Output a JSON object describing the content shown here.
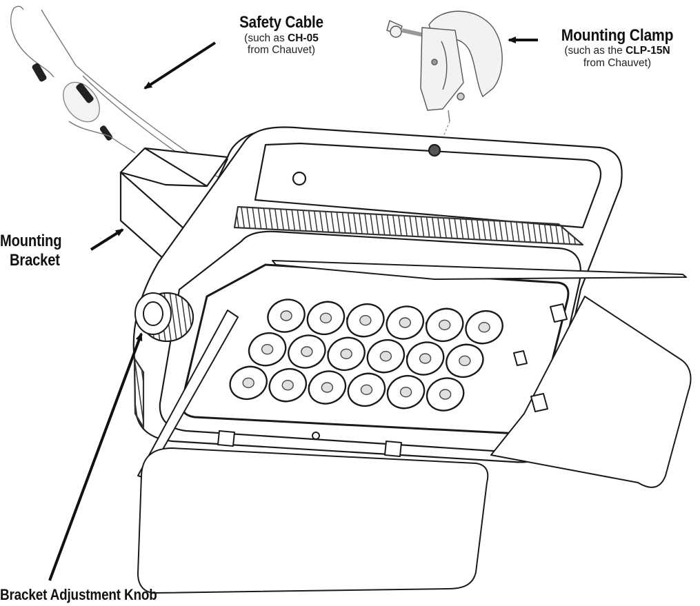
{
  "labels": {
    "safety_cable": {
      "title": "Safety Cable",
      "sub_prefix": "(such as ",
      "model": "CH-05",
      "sub_suffix": "from Chauvet)"
    },
    "mounting_clamp": {
      "title": "Mounting Clamp",
      "sub_prefix": "(such as the ",
      "model": "CLP-15N",
      "sub_suffix": "from Chauvet)"
    },
    "mounting_bracket": {
      "line1": "Mounting",
      "line2": "Bracket"
    },
    "bracket_knob": {
      "title": "Bracket Adjustment Knob"
    }
  },
  "fixture": {
    "led_rows": 3,
    "led_cols": 6
  },
  "colors": {
    "line": "#1a1a1a",
    "light_line": "#888888",
    "fill": "#ffffff",
    "shade": "#d8d8d8"
  }
}
